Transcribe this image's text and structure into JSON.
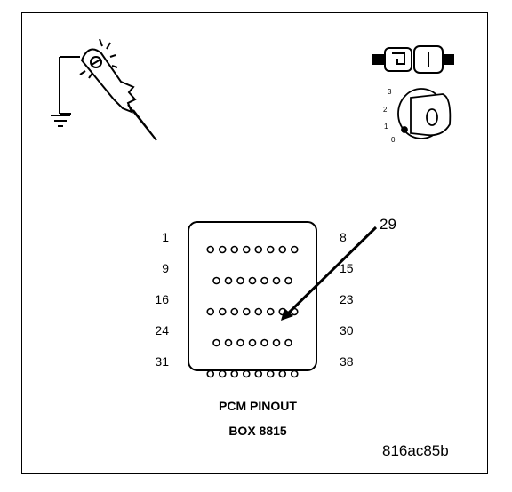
{
  "pin_rows": {
    "left": [
      "1",
      "9",
      "16",
      "24",
      "31"
    ],
    "right": [
      "8",
      "15",
      "23",
      "30",
      "38"
    ],
    "pins_per_row": [
      8,
      7,
      8,
      7,
      8
    ]
  },
  "callout_pin": "29",
  "caption": {
    "line1": "PCM PINOUT",
    "line2": "BOX 8815"
  },
  "figure_id": "816ac85b",
  "icons": [
    "test-light-probe-icon",
    "connector-icon",
    "ignition-key-icon"
  ]
}
